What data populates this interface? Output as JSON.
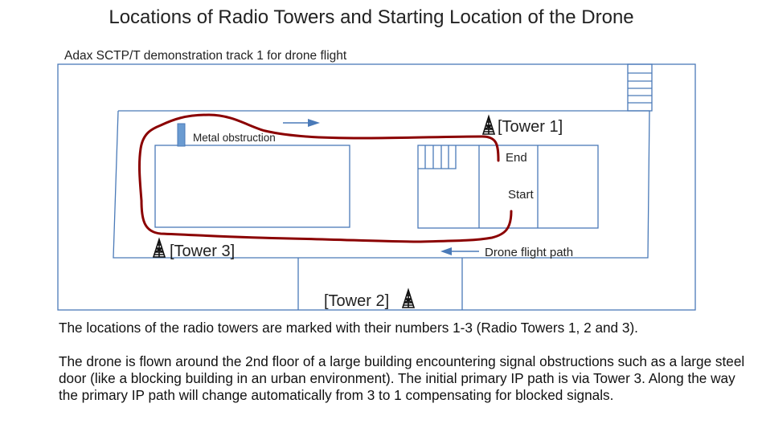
{
  "title": "Locations of Radio Towers and Starting Location of the Drone",
  "subtitle": "Adax SCTP/T demonstration track 1 for drone flight",
  "labels": {
    "metal_obstruction": "Metal obstruction",
    "tower1": "[Tower 1]",
    "tower2": "[Tower 2]",
    "tower3": "[Tower  3]",
    "end": "End",
    "start": "Start",
    "flight_path": "Drone flight path"
  },
  "icons": {
    "tower": "radio-tower-icon",
    "arrow": "arrow-icon"
  },
  "colors": {
    "wall": "#4a7ab8",
    "path": "#8b0000",
    "obstruction": "#6a9bd1"
  },
  "paragraphs": [
    "The locations of the radio towers are marked with their numbers 1-3 (Radio Towers 1, 2 and 3).",
    "The drone is flown around the 2nd floor of a large building encountering signal obstructions such as a large steel door (like a blocking building in an urban environment).  The initial primary IP path is via Tower 3. Along the way the primary IP path will change automatically from 3 to 1 compensating for blocked signals."
  ]
}
